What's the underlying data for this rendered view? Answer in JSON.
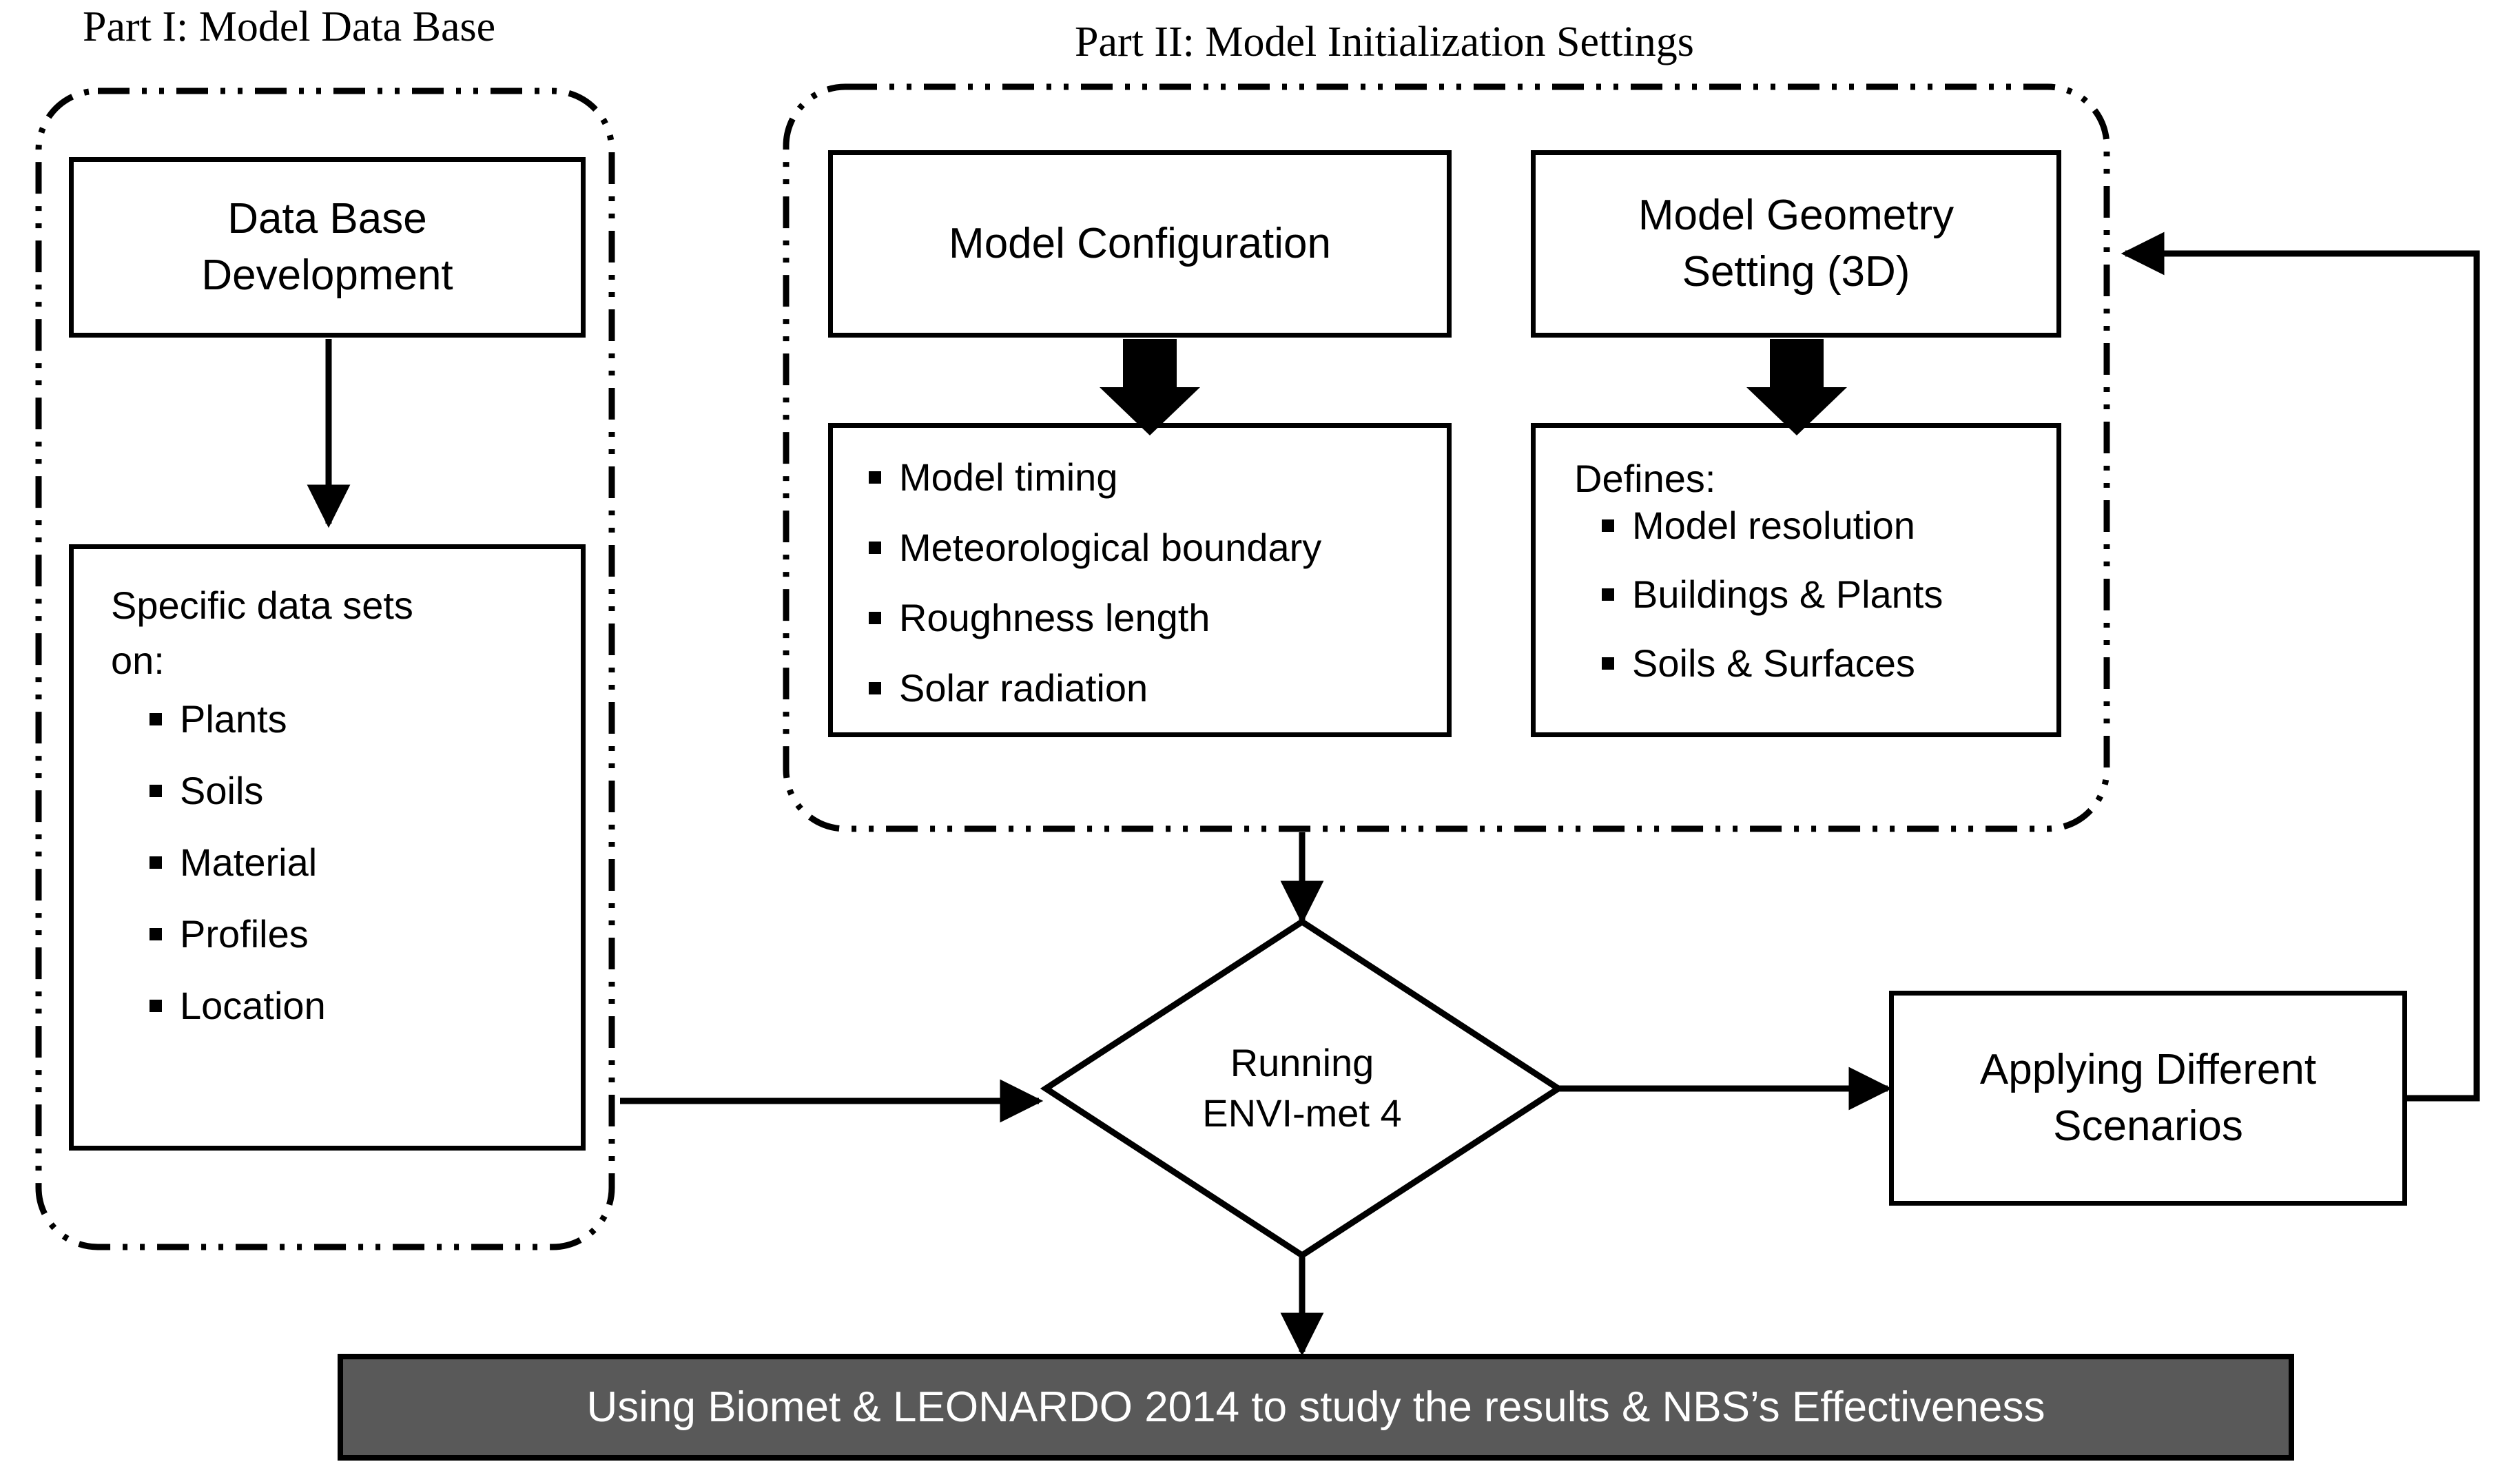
{
  "diagram": {
    "title_part1": "Part I: Model Data Base",
    "title_part2": "Part II: Model Initialization Settings"
  },
  "part1": {
    "db_development": "Data Base\nDevelopment",
    "specific_lead": "Specific data sets\non:",
    "specific_items": [
      "Plants",
      "Soils",
      "Material",
      "Profiles",
      "Location"
    ]
  },
  "part2": {
    "model_configuration": "Model Configuration",
    "model_configuration_items": [
      "Model timing",
      "Meteorological boundary",
      "Roughness length",
      "Solar radiation"
    ],
    "model_geometry": "Model Geometry\nSetting (3D)",
    "geometry_lead": "Defines:",
    "model_geometry_items": [
      "Model resolution",
      "Buildings & Plants",
      "Soils & Surfaces"
    ]
  },
  "flow": {
    "decision": "Running\nENVI-met 4",
    "scenarios": "Applying Different\nScenarios",
    "results_bar": "Using Biomet & LEONARDO 2014 to study the results & NBS’s Effectiveness"
  },
  "colors": {
    "line": "#000000",
    "bar_fill": "#595959",
    "bar_text": "#ffffff",
    "page_bg": "#ffffff"
  }
}
